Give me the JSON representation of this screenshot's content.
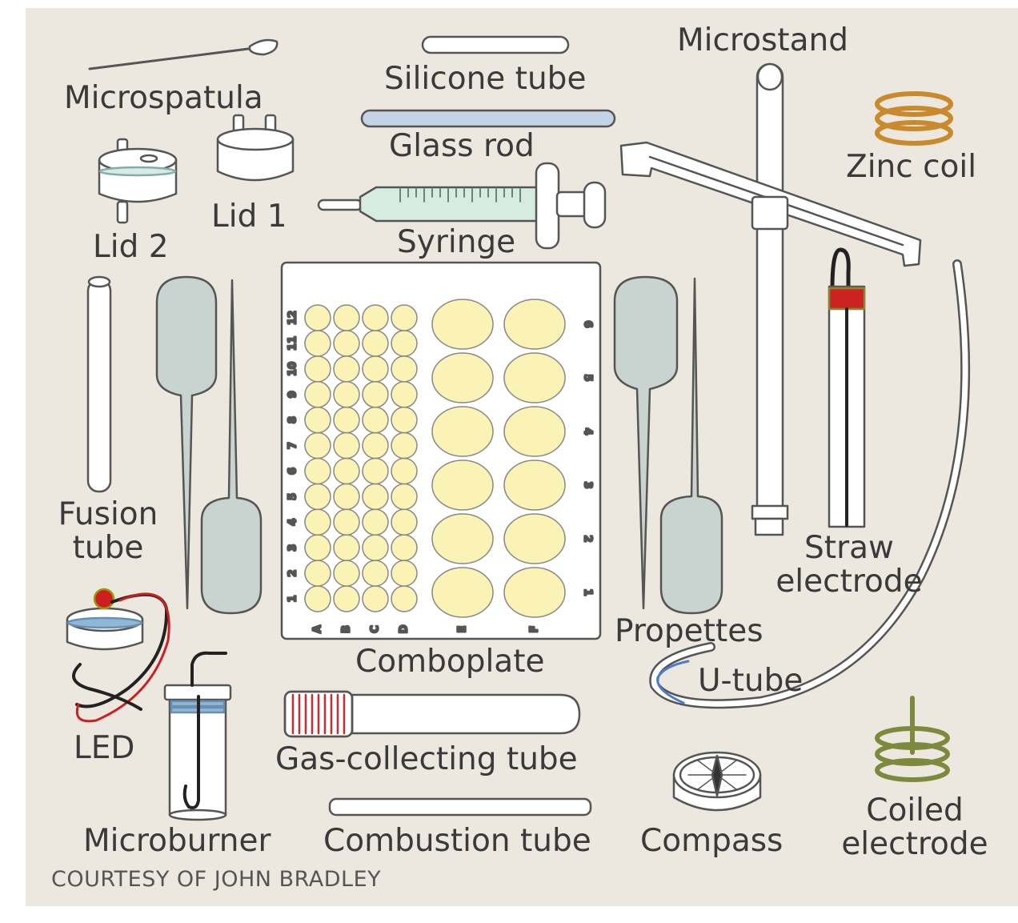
{
  "labels": {
    "microspatula": "Microspatula",
    "silicone_tube": "Silicone tube",
    "microstand": "Microstand",
    "glass_rod": "Glass rod",
    "zinc_coil": "Zinc coil",
    "lid1": "Lid 1",
    "lid2": "Lid 2",
    "syringe": "Syringe",
    "fusion_tube_line1": "Fusion",
    "fusion_tube_line2": "tube",
    "straw_electrode_line1": "Straw",
    "straw_electrode_line2": "electrode",
    "propettes": "Propettes",
    "comboplate": "Comboplate",
    "u_tube": "U-tube",
    "led": "LED",
    "gas_collecting_tube": "Gas-collecting tube",
    "microburner": "Microburner",
    "combustion_tube": "Combustion tube",
    "compass": "Compass",
    "coiled_electrode_line1": "Coiled",
    "coiled_electrode_line2": "electrode"
  },
  "credit": "COURTESY OF JOHN BRADLEY",
  "comboplate": {
    "small_columns": [
      "A",
      "B",
      "C",
      "D"
    ],
    "large_columns": [
      "E",
      "F"
    ],
    "small_rows": [
      "1",
      "2",
      "3",
      "4",
      "5",
      "6",
      "7",
      "8",
      "9",
      "10",
      "11",
      "12"
    ],
    "large_rows": [
      "1",
      "2",
      "3",
      "4",
      "5",
      "6"
    ]
  },
  "colors": {
    "background": "#ede8df",
    "well_fill": "#fbf2b6",
    "pipette_fill": "#c9d3d0",
    "syringe_fill": "#d6ece3",
    "glass_rod_fill": "#c5d3e6",
    "zinc_coil": "#c9892d",
    "coiled_electrode": "#7d8a3e",
    "led_red": "#cc1f1f",
    "gas_tube_red": "#cc2b2b",
    "lid_band": "#8fb7d6"
  }
}
